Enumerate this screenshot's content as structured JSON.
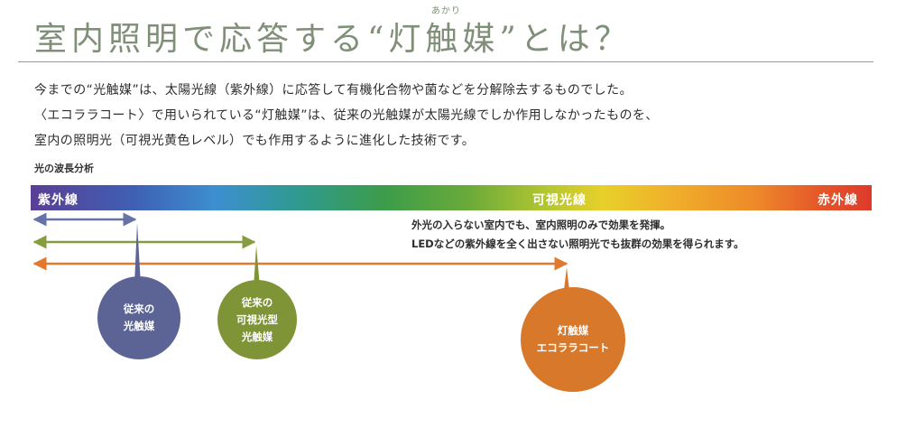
{
  "title": {
    "text": "室内照明で応答する“灯触媒”とは？",
    "ruby": "あかり"
  },
  "intro": {
    "line1": "今までの“光触媒”は、太陽光線（紫外線）に応答して有機化合物や菌などを分解除去するものでした。",
    "line2": "〈エコララコート〉で用いられている“灯触媒”は、従来の光触媒が太陽光線でしか作用しなかったものを、",
    "line3": "室内の照明光（可視光黄色レベル）でも作用するように進化した技術です。"
  },
  "spectrum": {
    "caption": "光の波長分析",
    "uv_label": "紫外線",
    "visible_label": "可視光線",
    "ir_label": "赤外線"
  },
  "note": {
    "line1": "外光の入らない室内でも、室内照明のみで効果を発揮。",
    "line2": "LEDなどの紫外線を全く出さない照明光でも抜群の効果を得られます。"
  },
  "catalysts": [
    {
      "line1": "従来の",
      "line2": "光触媒",
      "color": "#5b6494"
    },
    {
      "line1": "従来の",
      "line2": "可視光型",
      "line3": "光触媒",
      "color": "#7e9436"
    },
    {
      "line1": "灯触媒",
      "line2": "エコララコート",
      "color": "#d8782a"
    }
  ]
}
